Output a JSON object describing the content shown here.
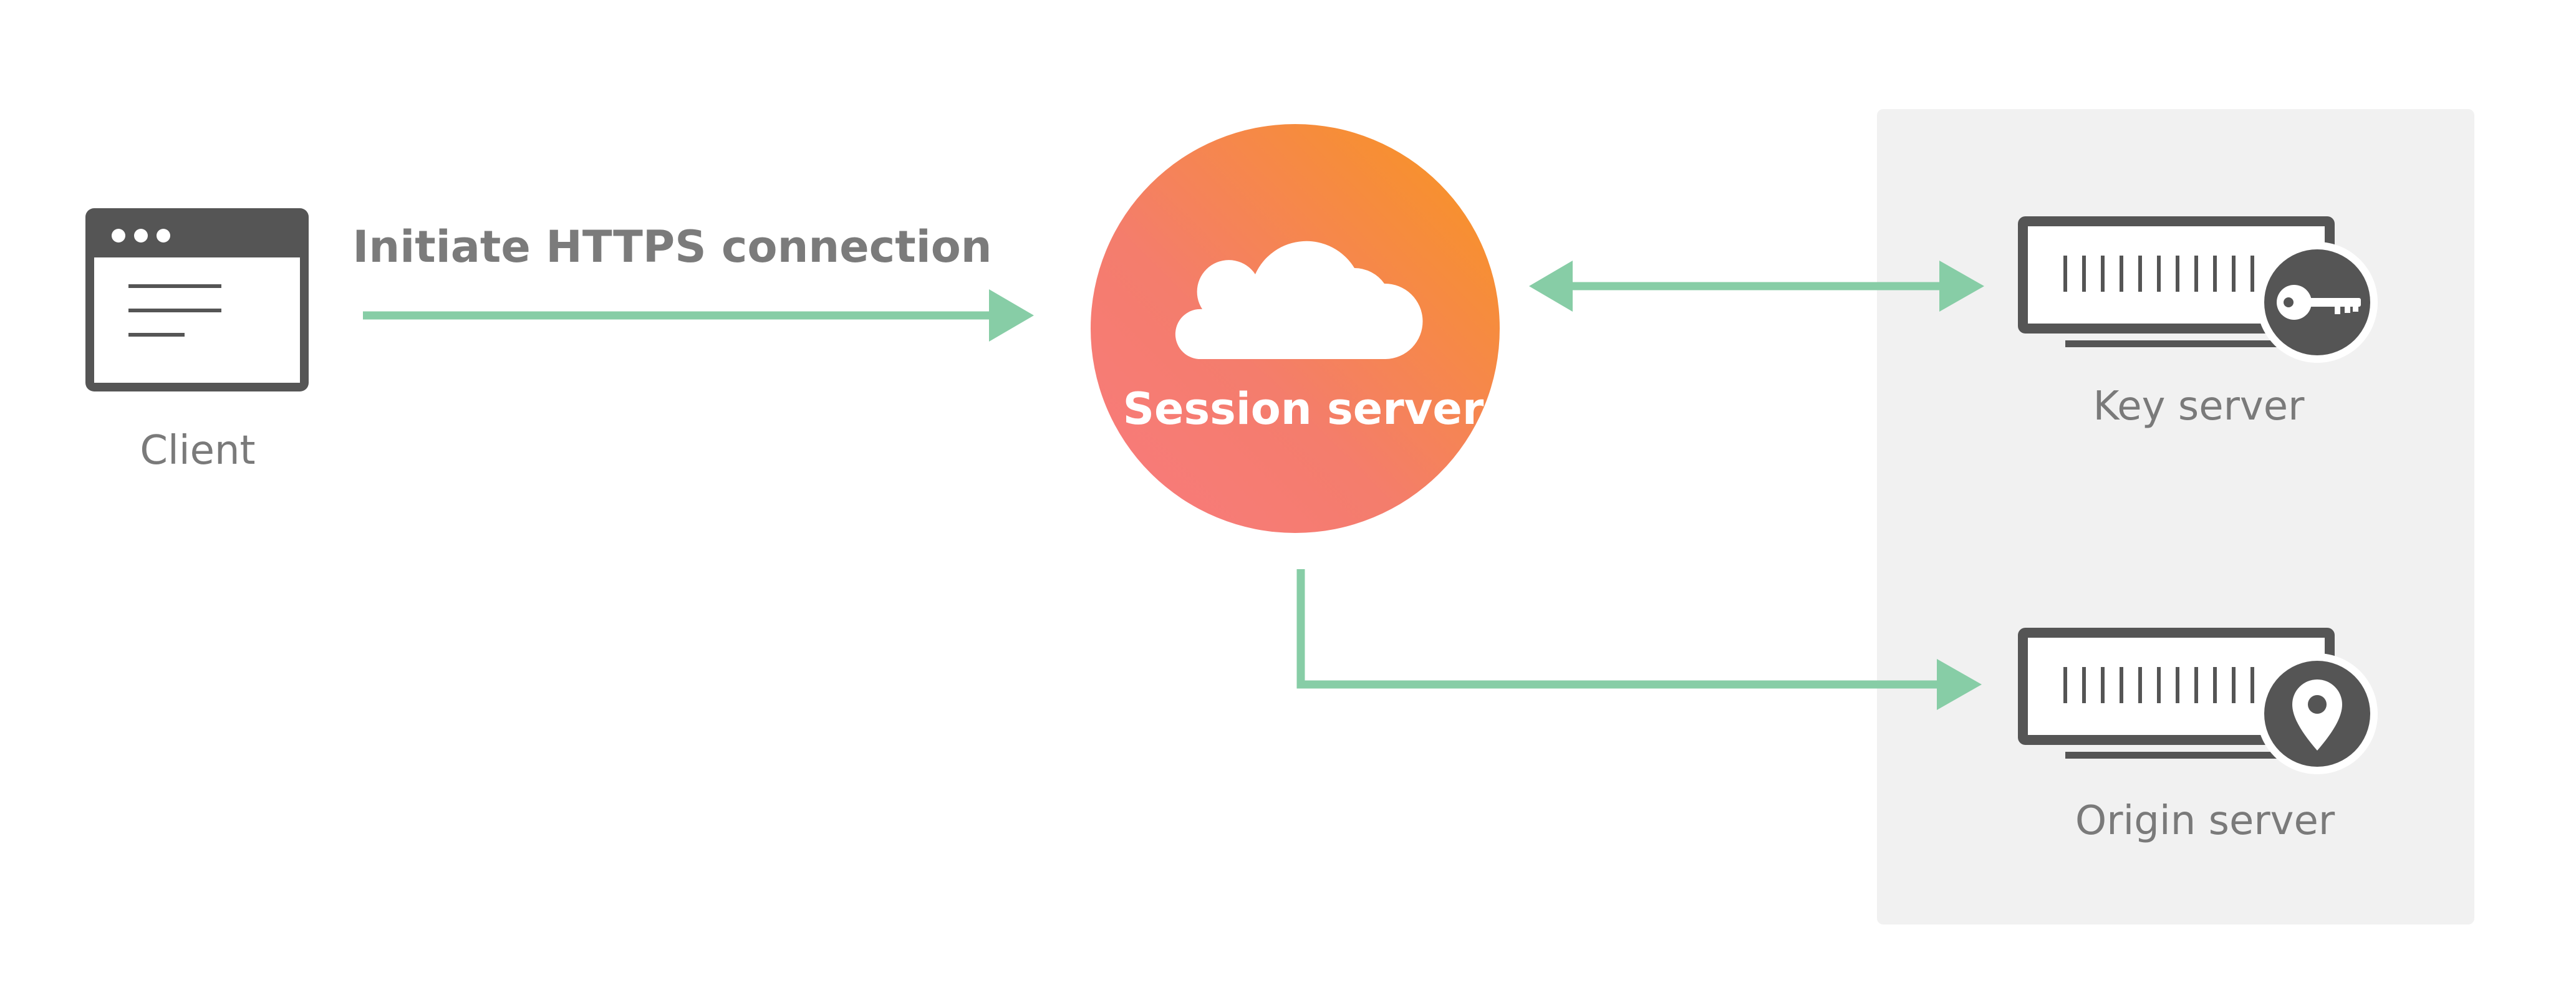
{
  "diagram": {
    "client": {
      "label": "Client",
      "icon": "browser-window-icon"
    },
    "connection": {
      "label": "Initiate HTTPS connection"
    },
    "session_server": {
      "label": "Session server",
      "icon": "cloud-icon",
      "gradient": [
        "#f97e95",
        "#f7961f"
      ]
    },
    "key_server": {
      "label": "Key server",
      "icon": "key-icon"
    },
    "origin_server": {
      "label": "Origin server",
      "icon": "location-pin-icon"
    },
    "colors": {
      "arrow": "#87cda6",
      "icon_dark": "#555555",
      "label_gray": "#7a7a7a",
      "panel": "#f1f1f1"
    }
  }
}
